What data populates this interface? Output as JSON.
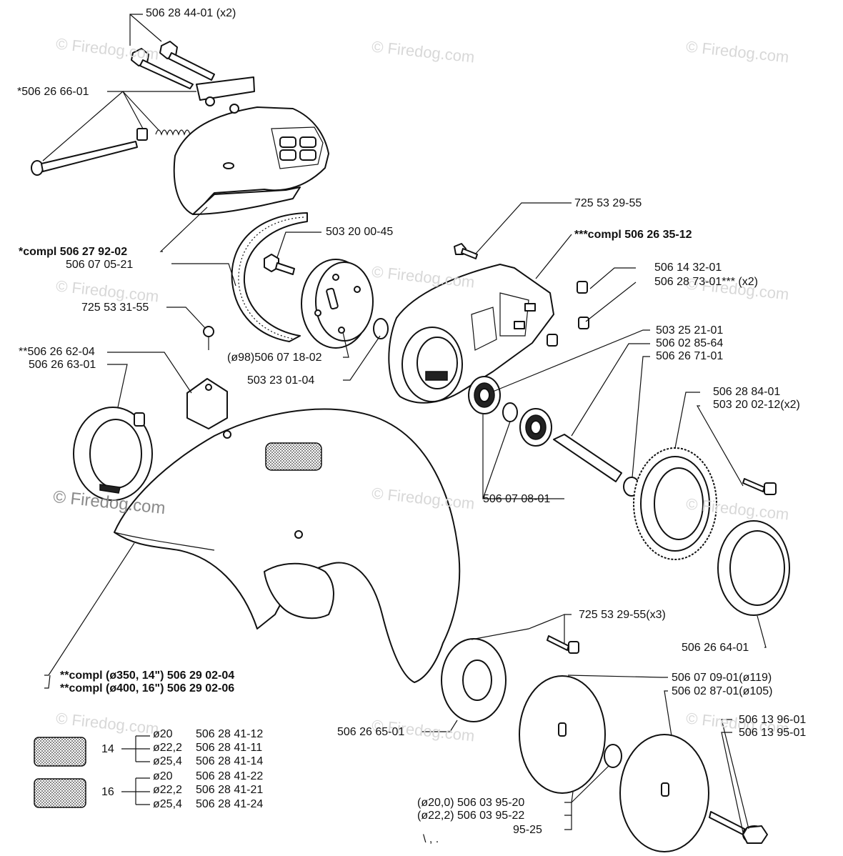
{
  "watermark": "© Firedog.com",
  "labels": {
    "l01": "506 28 44-01 (x2)",
    "l02": "*506 26 66-01",
    "l03": "*compl 506 27 92-02",
    "l04": "506 07 05-21",
    "l05": "503 20 00-45",
    "l06": "725 53 29-55",
    "l07": "***compl 506 26 35-12",
    "l08": "506 14 32-01",
    "l09": "506 28 73-01*** (x2)",
    "l10": "725 53 31-55",
    "l11": "(ø98)506 07 18-02",
    "l12": "503 23 01-04",
    "l13": "**506 26 62-04",
    "l14": "506 26 63-01",
    "l15": "503 25 21-01",
    "l16": "506 02 85-64",
    "l17": "506 26 71-01",
    "l18": "506 28 84-01",
    "l19": "503 20 02-12(x2)",
    "l20": "506 07 08-01",
    "l21": "725 53 29-55(x3)",
    "l22": "506 26 64-01",
    "l23": "**compl (ø350, 14\") 506 29 02-04",
    "l24": "**compl (ø400, 16\") 506 29 02-06",
    "l25": "506 07 09-01(ø119)",
    "l26": "506 02 87-01(ø105)",
    "l27": "506 26 65-01",
    "l28": "506 13 96-01",
    "l29": "506 13 95-01",
    "l30": "(ø20,0) 506 03 95-20",
    "l31": "(ø22,2) 506 03 95-22",
    "l32": "95-25",
    "l33": "\\ , ."
  },
  "decal_table": {
    "group14": {
      "size": "14",
      "rows": [
        {
          "dia": "ø20",
          "part": "506 28 41-12"
        },
        {
          "dia": "ø22,2",
          "part": "506 28 41-11"
        },
        {
          "dia": "ø25,4",
          "part": "506 28 41-14"
        }
      ]
    },
    "group16": {
      "size": "16",
      "rows": [
        {
          "dia": "ø20",
          "part": "506 28 41-22"
        },
        {
          "dia": "ø22,2",
          "part": "506 28 41-21"
        },
        {
          "dia": "ø25,4",
          "part": "506 28 41-24"
        }
      ]
    }
  },
  "colors": {
    "ink": "#111111",
    "watermark": "#d8d8d8",
    "paper": "#ffffff"
  }
}
